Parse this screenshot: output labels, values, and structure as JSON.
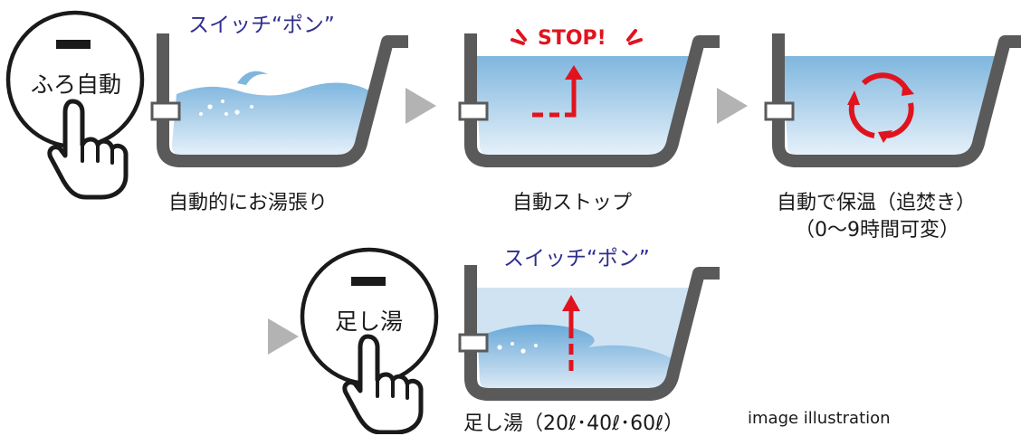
{
  "steps": {
    "auto_bath": {
      "button_label": "ふろ自動",
      "switch_text": "スイッチ“ポン”",
      "caption": "自動的にお湯張り"
    },
    "auto_stop": {
      "stop_text": "STOP!",
      "caption": "自動ストップ"
    },
    "keep_warm": {
      "caption_line1": "自動で保温（追焚き）",
      "caption_line2": "（0〜9時間可変）"
    },
    "add_water": {
      "button_label": "足し湯",
      "switch_text": "スイッチ“ポン”",
      "caption": "足し湯（20ℓ･40ℓ･60ℓ）"
    }
  },
  "note": "image illustration",
  "colors": {
    "tub_outline": "#5a5a5a",
    "water_light": "#dcebf7",
    "water_dark": "#6eaad6",
    "accent_red": "#e0141e",
    "arrow_gray": "#b3b3b3",
    "switch_text": "#2e2e8f"
  },
  "icons": [
    "pointing-hand-icon",
    "button-minus-icon",
    "right-triangle-arrow-icon",
    "circular-arrows-icon",
    "up-arrow-icon"
  ]
}
